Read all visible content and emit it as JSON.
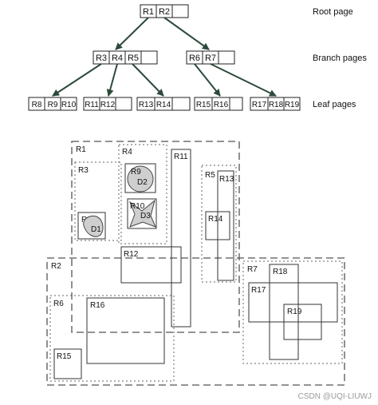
{
  "tree": {
    "level_labels": {
      "root": "Root page",
      "branch": "Branch pages",
      "leaf": "Leaf pages"
    },
    "root": [
      "R1",
      "R2",
      ""
    ],
    "branches": [
      [
        "R3",
        "R4",
        "R5",
        ""
      ],
      [
        "R6",
        "R7",
        ""
      ]
    ],
    "leaves": [
      [
        "R8",
        "R9",
        "R10"
      ],
      [
        "R11",
        "R12",
        ""
      ],
      [
        "R13",
        "R14",
        ""
      ],
      [
        "R15",
        "R16",
        ""
      ],
      [
        "R17",
        "R18",
        "R19"
      ]
    ]
  },
  "regions": {
    "R1": "R1",
    "R2": "R2",
    "R3": "R3",
    "R4": "R4",
    "R5": "R5",
    "R6": "R6",
    "R7": "R7",
    "R8": "R8",
    "R9": "R9",
    "R10": "R10",
    "R11": "R11",
    "R12": "R12",
    "R13": "R13",
    "R14": "R14",
    "R15": "R15",
    "R16": "R16",
    "R17": "R17",
    "R18": "R18",
    "R19": "R19"
  },
  "objects": {
    "D1": "D1",
    "D2": "D2",
    "D3": "D3"
  },
  "watermark": "CSDN @UQI-LIUWJ"
}
